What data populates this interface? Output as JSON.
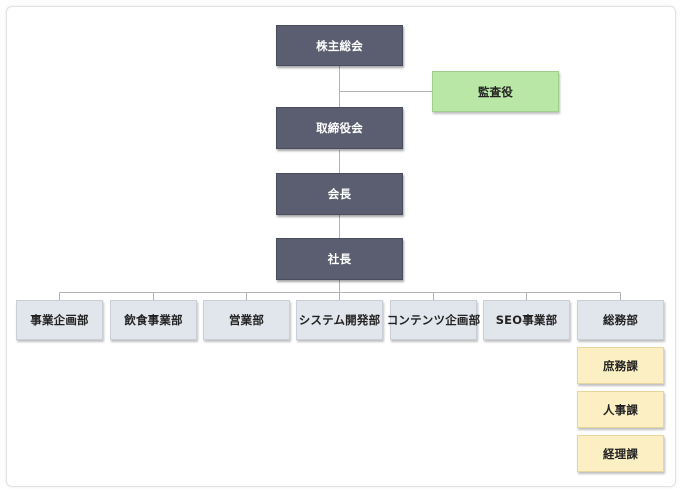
{
  "org": {
    "shareholders": "株主総会",
    "auditor": "監査役",
    "board": "取締役会",
    "chairman": "会長",
    "president": "社長",
    "departments": [
      "事業企画部",
      "飲食事業部",
      "営業部",
      "システム開発部",
      "コンテンツ企画部",
      "SEO事業部",
      "総務部"
    ],
    "sections": [
      "庶務課",
      "人事課",
      "経理課"
    ]
  },
  "colors": {
    "executive": "#5b5e70",
    "auditor": "#b9e7a6",
    "department": "#e1e5ec",
    "section": "#fcefc4",
    "connector": "#b3b3b3"
  }
}
